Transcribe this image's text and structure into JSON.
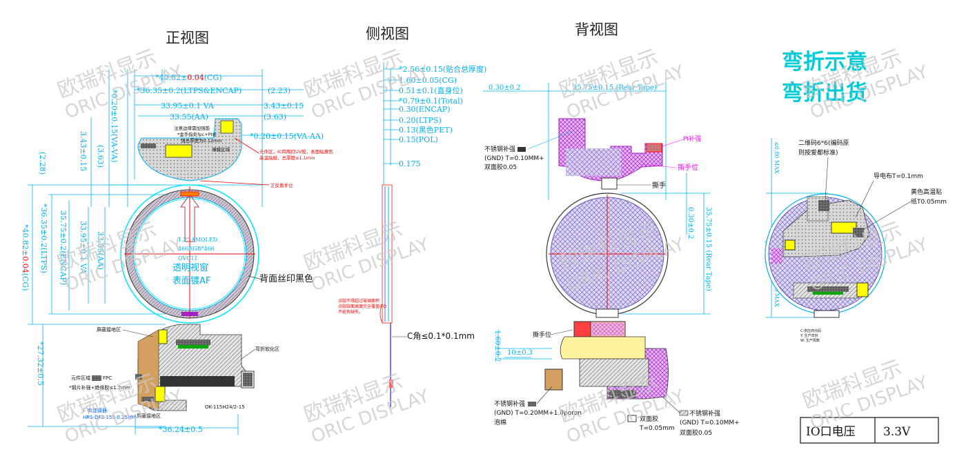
{
  "titles": {
    "front": "正视图",
    "side": "侧视图",
    "back": "背视图",
    "bend_1": "弯折示意",
    "bend_2": "弯折出货"
  },
  "watermark": {
    "cn": "欧瑞科显示",
    "en": "ORIC DISPLAY"
  },
  "front": {
    "dim_cg_prefix": "*40.82±",
    "dim_cg_tol": "0.04",
    "dim_cg_suffix": "(CG)",
    "dim_ltps_encap": "*36.35±0.2(LTPS&ENCAP)",
    "dim_223": "(2.23)",
    "dim_va": "33.95±0.1 VA",
    "dim_343": "3.43±0.15",
    "dim_aa": "33.55(AA)",
    "dim_363": "(3.63)",
    "dim_va_aa": "*0.20±0.15(VA-AA)",
    "dim_v_va": "*0.20±0.15(VA-VA)",
    "dim_v_343": "3.43±0.15",
    "dim_v_363": "(3.63)",
    "dim_v_228": "(2.28)",
    "dim_v_cg_prefix": "*40.82±",
    "dim_v_cg_tol": "0.04",
    "dim_v_cg_suffix": "(CG)",
    "dim_v_ltps": "*36.35±0.2(LTPS)",
    "dim_v_encap": "35.75±0.2(ENCAP)",
    "dim_v_va2": "33.95±0.1 VA",
    "dim_v_aa": "33.55(AA)",
    "dim_v_2732": "*27.32±0.5",
    "dim_bottom": "*36.24±0.5",
    "note_fpc1": "注意边缘需加强筋",
    "note_fpc2": "*金手指处fpc+PI补",
    "note_fpc3": "强总厚度为0.12mm",
    "label_ic": "薄膜区域",
    "note_red1": "元件区，IC四周打UV胶，表面贴黄色",
    "note_red2": "高温贴纸，总厚度≤1.1mm",
    "label_pull": "正反撕手位",
    "panel_l1": "1.2\" AMOLED",
    "panel_l2": "466RGB*466",
    "panel_l3": "OVC11",
    "window1": "透明视窗",
    "window2": "表面镀AF",
    "silk": "背面丝印黑色",
    "label_emi": "屏蔽接地区",
    "label_bend": "弯折软化区",
    "label_comp1": "元件区域",
    "label_comp2": "FPC",
    "label_comp3": "*钢片补强+绝缘胶≤1.2mm",
    "label_blue1": "厂商连接器:",
    "label_blue2": "HRS-DF3-15S-0.25MM",
    "label_emi2": "屏蔽接地区",
    "label_conn": "OK-115H24/2-15"
  },
  "side": {
    "d1": "*2.56±0.15(贴合总厚度)",
    "d2": "1.60±0.05(CG)",
    "d3": "0.51±0.1(直身位)",
    "d4": "*0.79±0.1(Total)",
    "d5": "0.30(ENCAP)",
    "d6": "0.20(LTPS)",
    "d7": "0.13(黑色PET)",
    "d8": "0.15(POL)",
    "d9": "0.175",
    "note1": "点胶不得超过玻璃面积",
    "note2": "点胶胶面高度完全覆盖ITO",
    "note3": "不能有缺失。",
    "corner": "C角≤0.1*0.1mm"
  },
  "back": {
    "dim_030": "0.30±0.2",
    "dim_rear_h": "35.75±0.15 (Rear Tape)",
    "dim_rear_v": "35.75±0.15 (Rear Tape)",
    "dim_v_030": "0.30±0.2",
    "label_pi": "PI补强",
    "label_pull": "撕手位",
    "label_pull2": "撕手",
    "steel_l1": "不锈钢补强",
    "steel_l2": "(GND) T=0.10MM+",
    "steel_l3": "双面胶0.05",
    "label_pull3": "撕手位",
    "dim_160": "1.60±0.2",
    "dim_10": "10±0.3",
    "steel2_l1": "不锈钢补强",
    "steel2_l2": "(GND) T=0.20MM+1.0poron",
    "steel2_l3": "泡棉",
    "dtape_l1": "双面胶",
    "dtape_l2": "T=0.05mm",
    "steel3_l1": "不锈钢补强",
    "steel3_l2": "(GND) T=0.10MM+",
    "steel3_l3": "双面胶0.05"
  },
  "bend": {
    "qr1": "二维码6*6(编码原",
    "qr2": "则按爱都标准)",
    "conductive": "导电布T=0.1mm",
    "yellow1": "黄色高温贴",
    "yellow2": "纸T0.05mm",
    "max1": "≤0.80 MAX",
    "max2": "≤0.80 MAX",
    "tiny1": "C:供应商代码",
    "tiny2": "Y: 生产年份",
    "tiny3": "W: 生产周数"
  },
  "io": {
    "label": "IO口电压",
    "value": "3.3V"
  },
  "colors": {
    "dim_line": "#00b0f0",
    "outline_cyan": "#00e5ff",
    "magenta": "#ff00ff",
    "red": "#ff0000",
    "yellow": "#ffff00",
    "purple": "#8000a0",
    "bend_title": "#00ccd8"
  }
}
